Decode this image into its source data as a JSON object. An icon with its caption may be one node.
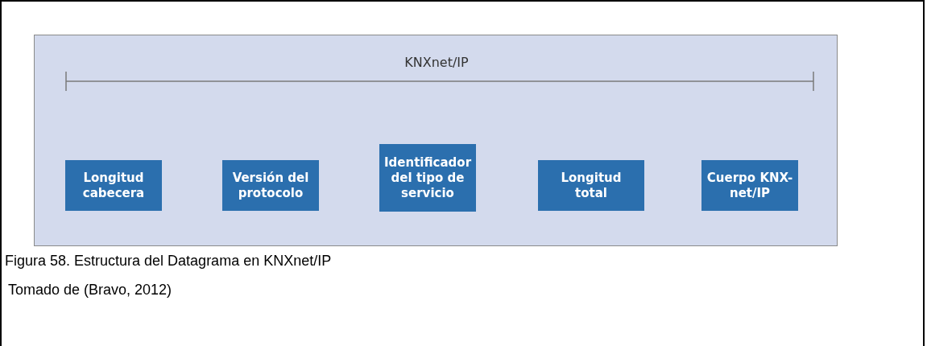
{
  "diagram": {
    "caption": "Figura 58. Estructura del Datagrama en KNXnet/IP",
    "nodes": [
      {
        "text": [],
        "shape": "box"
      },
      {
        "text": [
          "Longitud cabecera"
        ],
        "in": 0
      },
      {
        "text": [
          "Versión del protocolo"
        ],
        "in": 0
      },
      {
        "text": [
          "Identificador del tipo de servicio"
        ],
        "in": 0
      },
      {
        "text": [
          "Longitud total"
        ],
        "in": 0
      },
      {
        "text": [
          "Cuerpo KNX-net/IP"
        ],
        "in": 0
      }
    ],
    "labels": [
      "KNXnet/IP",
      "Tomado de (Bravo, 2012)"
    ]
  }
}
